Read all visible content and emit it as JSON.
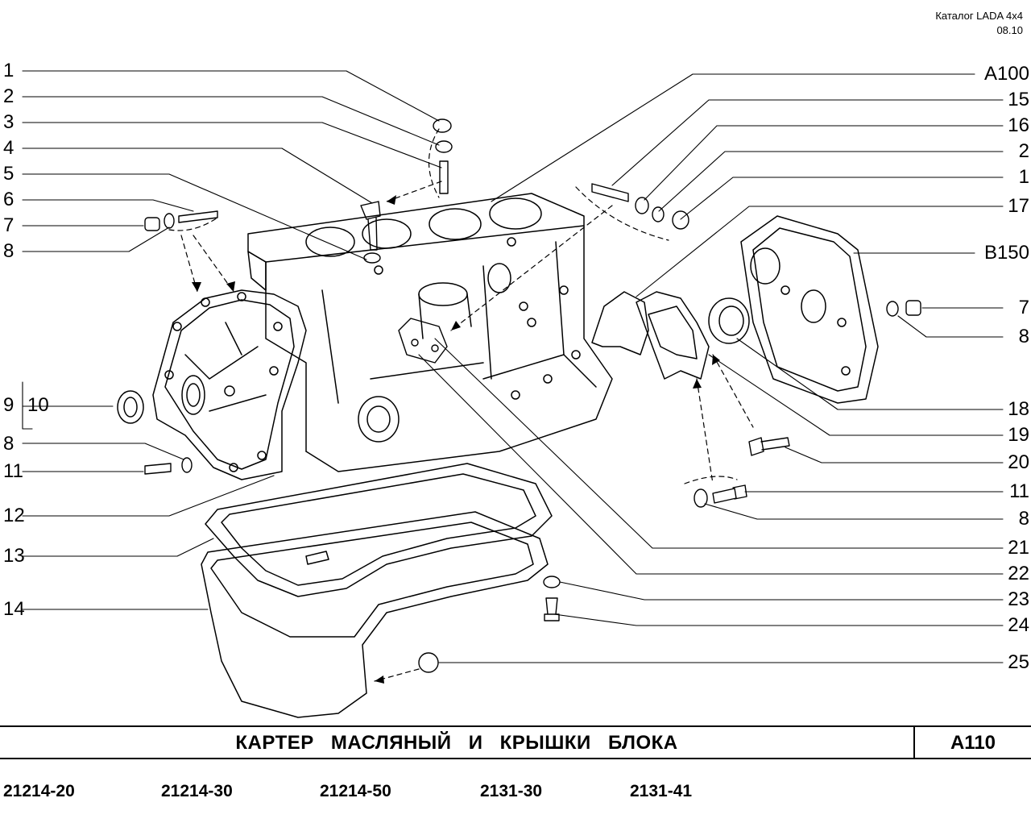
{
  "catalog": {
    "title": "Каталог  LADA  4x4",
    "date": "08.10"
  },
  "labels_left": [
    "1",
    "2",
    "3",
    "4",
    "5",
    "6",
    "7",
    "8",
    "9",
    "10",
    "8",
    "11",
    "12",
    "13",
    "14"
  ],
  "labels_right": [
    "А100",
    "15",
    "16",
    "2",
    "1",
    "17",
    "В150",
    "7",
    "8",
    "18",
    "19",
    "20",
    "11",
    "8",
    "21",
    "22",
    "23",
    "24",
    "25"
  ],
  "title": {
    "text": "КАРТЕР  МАСЛЯНЫЙ  И  КРЫШКИ  БЛОКА",
    "code": "А110"
  },
  "models": [
    "21214-20",
    "21214-30",
    "21214-50",
    "2131-30",
    "2131-41"
  ]
}
